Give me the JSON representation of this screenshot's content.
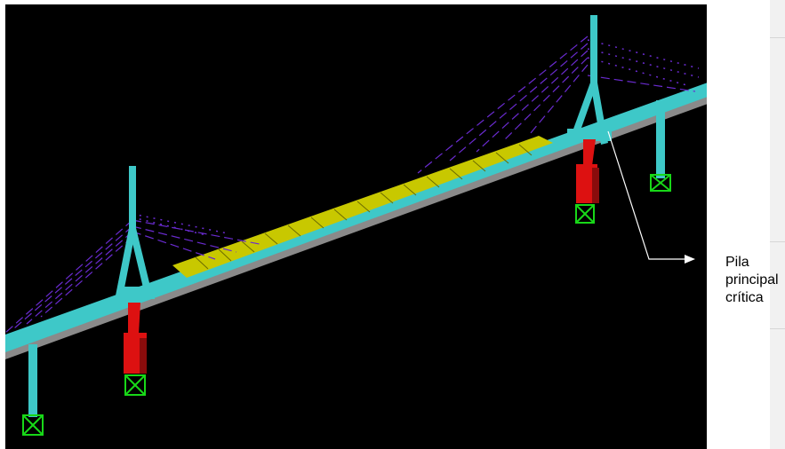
{
  "annotation": {
    "line1": "Pila",
    "line2": "principal",
    "line3": "crítica"
  },
  "colors": {
    "background": "#000000",
    "deck": "#3ec8c8",
    "deck_highlight": "#c8c800",
    "pier_stress": "#dd1111",
    "cables": "#6a2bd0",
    "supports": "#18d818",
    "deck_edge": "#8a8a8a"
  }
}
